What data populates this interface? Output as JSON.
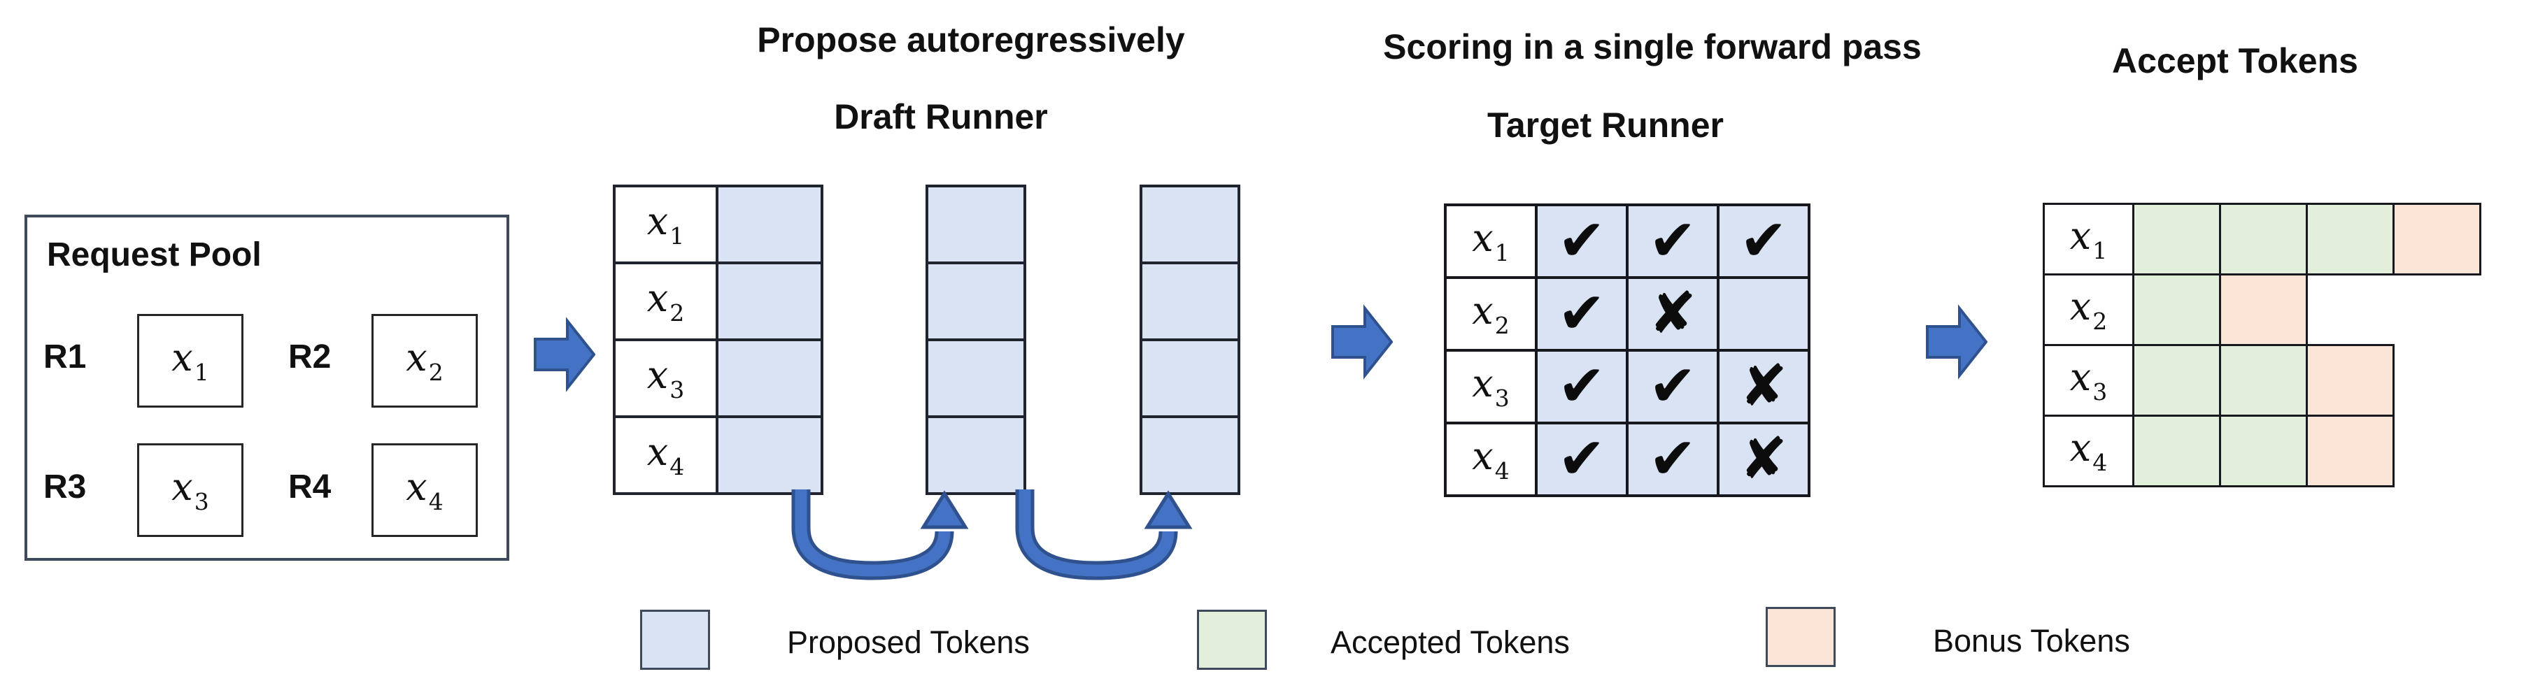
{
  "headers": {
    "draft_caption": "Propose autoregressively",
    "draft_title": "Draft Runner",
    "target_caption": "Scoring in a single forward pass",
    "target_title": "Target Runner",
    "accept_title": "Accept Tokens"
  },
  "request_pool": {
    "title": "Request Pool",
    "requests": [
      {
        "id": "R1",
        "token": {
          "base": "x",
          "sub": "1"
        }
      },
      {
        "id": "R2",
        "token": {
          "base": "x",
          "sub": "2"
        }
      },
      {
        "id": "R3",
        "token": {
          "base": "x",
          "sub": "3"
        }
      },
      {
        "id": "R4",
        "token": {
          "base": "x",
          "sub": "4"
        }
      }
    ]
  },
  "draft_runner": {
    "row_labels": [
      {
        "base": "x",
        "sub": "1"
      },
      {
        "base": "x",
        "sub": "2"
      },
      {
        "base": "x",
        "sub": "3"
      },
      {
        "base": "x",
        "sub": "4"
      }
    ],
    "proposal_steps": 3,
    "rows_per_step": 4
  },
  "target_runner": {
    "row_labels": [
      {
        "base": "x",
        "sub": "1"
      },
      {
        "base": "x",
        "sub": "2"
      },
      {
        "base": "x",
        "sub": "3"
      },
      {
        "base": "x",
        "sub": "4"
      }
    ],
    "marks": [
      [
        "check",
        "check",
        "check"
      ],
      [
        "check",
        "cross",
        "blank"
      ],
      [
        "check",
        "check",
        "cross"
      ],
      [
        "check",
        "check",
        "cross"
      ]
    ]
  },
  "accept_tokens": {
    "row_labels": [
      {
        "base": "x",
        "sub": "1"
      },
      {
        "base": "x",
        "sub": "2"
      },
      {
        "base": "x",
        "sub": "3"
      },
      {
        "base": "x",
        "sub": "4"
      }
    ],
    "rows": [
      [
        "accepted",
        "accepted",
        "accepted",
        "bonus"
      ],
      [
        "accepted",
        "bonus"
      ],
      [
        "accepted",
        "accepted",
        "bonus"
      ],
      [
        "accepted",
        "accepted",
        "bonus"
      ]
    ]
  },
  "legend": [
    {
      "key": "proposed",
      "label": "Proposed Tokens"
    },
    {
      "key": "accepted",
      "label": "Accepted Tokens"
    },
    {
      "key": "bonus",
      "label": "Bonus Tokens"
    }
  ],
  "icons": {
    "check": "✔",
    "cross": "✘",
    "blank": "",
    "flow_arrow": "block-arrow-right-icon",
    "loop_arrow": "u-turn-up-arrow-icon"
  },
  "colors": {
    "proposed": "#dae3f3",
    "accepted": "#e2efda",
    "bonus": "#fbe5d6",
    "arrow_fill": "#4472c4",
    "arrow_stroke": "#2f528f",
    "grid_line": "#1c1f26",
    "text": "#141414"
  }
}
